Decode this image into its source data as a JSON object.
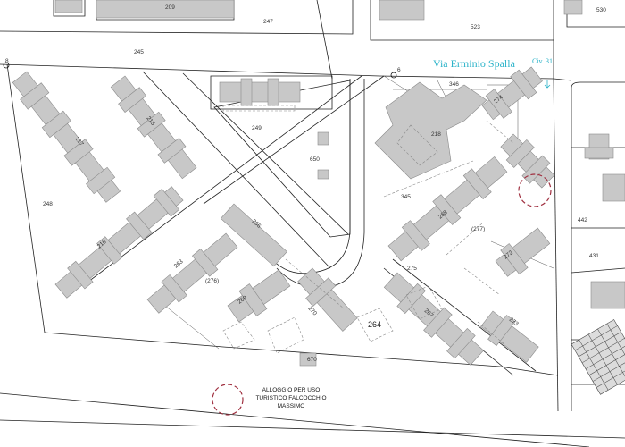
{
  "map": {
    "street_name": "Via Erminio Spalla",
    "street_code": "Civ. 31",
    "legend": {
      "lines": [
        "ALLOGGIO PER USO",
        "TURISTICO FALCOCCHIO",
        "MASSIMO"
      ]
    },
    "parcel_labels": {
      "p209": "209",
      "p247": "247",
      "p523": "523",
      "p530": "530",
      "p245": "245",
      "p8": "8",
      "p6": "6",
      "p346": "346",
      "p274": "274",
      "p215": "215",
      "p217": "217",
      "p249": "249",
      "p218": "218",
      "p650": "650",
      "p248": "248",
      "p345": "345",
      "p266": "266",
      "p268": "268",
      "p277": "(277)",
      "p216": "216",
      "p263": "263",
      "p276": "(276)",
      "p275": "275",
      "p269": "269",
      "p270": "270",
      "p264": "264",
      "p267": "267",
      "p272": "272",
      "p273": "273",
      "p431": "431",
      "p442": "442",
      "p670": "670"
    },
    "colors": {
      "marker": "#a03040",
      "street_text": "#2bb3c9",
      "building_fill": "#c8c8c8"
    }
  }
}
